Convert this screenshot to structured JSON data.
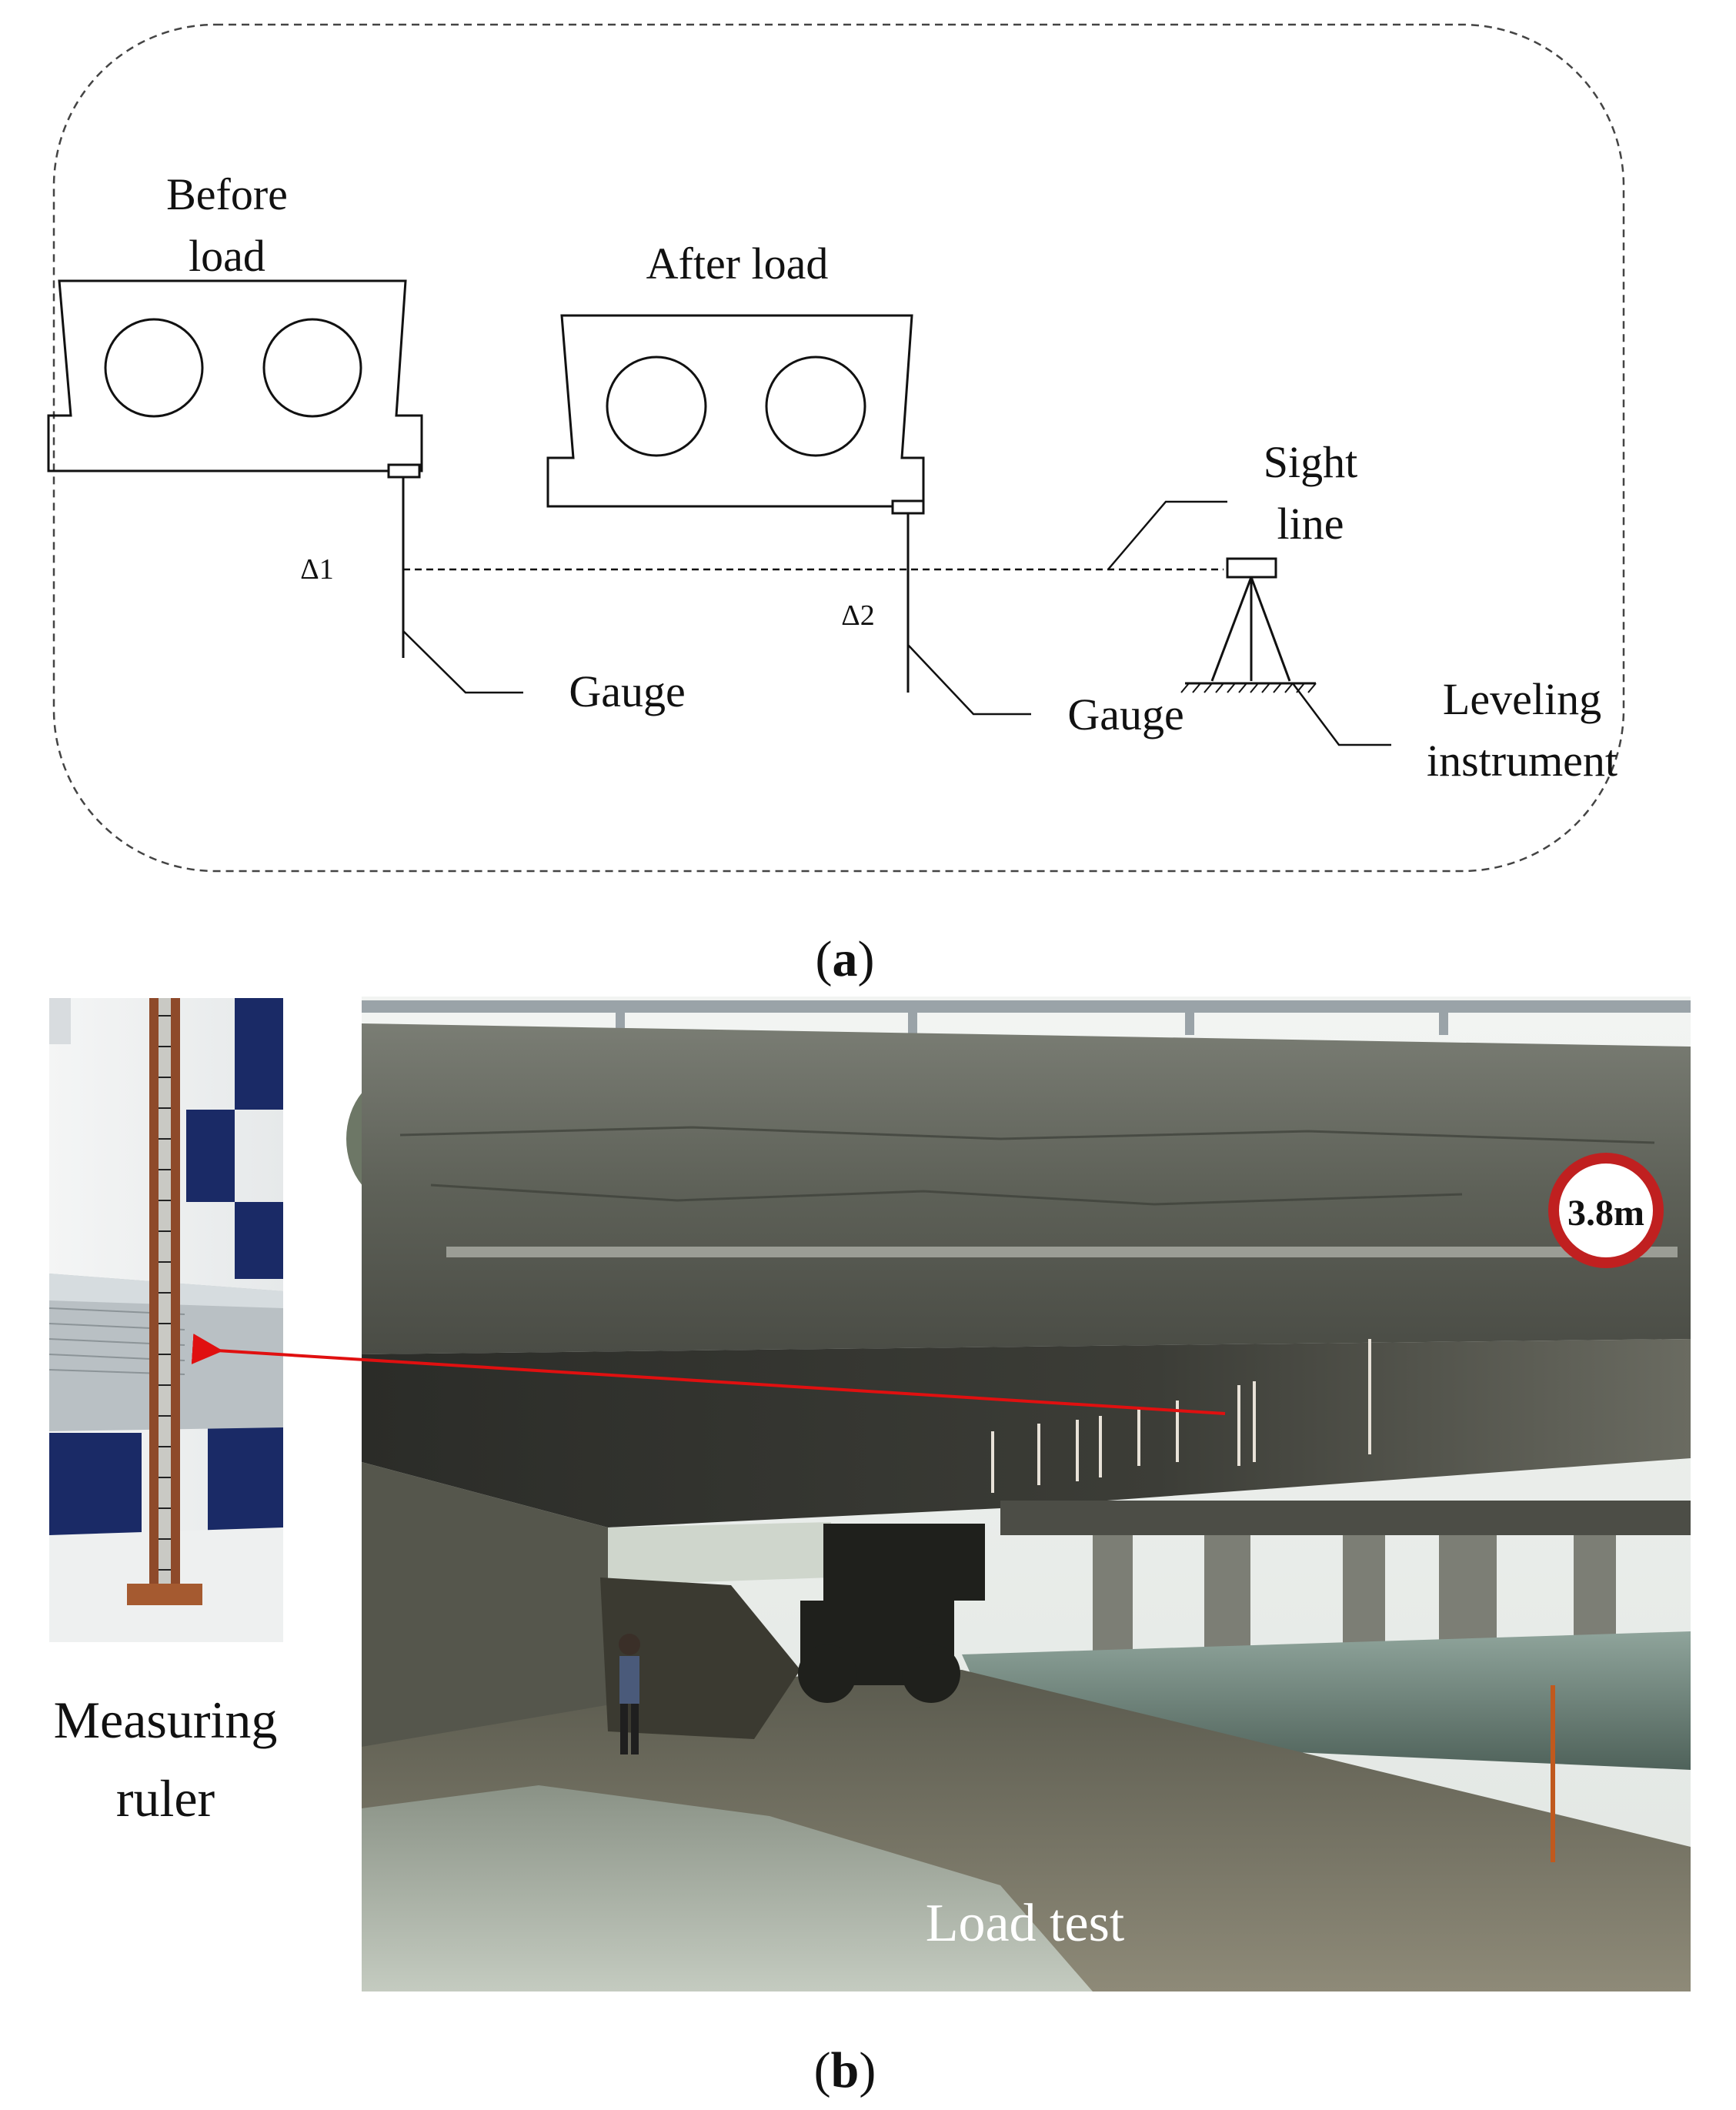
{
  "panel_a": {
    "caption": "(a)",
    "before_label_line1": "Before",
    "before_label_line2": "load",
    "after_label": "After load",
    "delta1": "Δ1",
    "delta2": "Δ2",
    "sight_line_1": "Sight",
    "sight_line_2": "line",
    "gauge_1": "Gauge",
    "gauge_2": "Gauge",
    "leveling_1": "Leveling",
    "leveling_2": "instrument"
  },
  "panel_b": {
    "caption": "(b)",
    "ruler_label_1": "Measuring",
    "ruler_label_2": "ruler",
    "photo_label": "Load test",
    "sign_text": "3.8m",
    "arrow_color": "#e01010"
  }
}
